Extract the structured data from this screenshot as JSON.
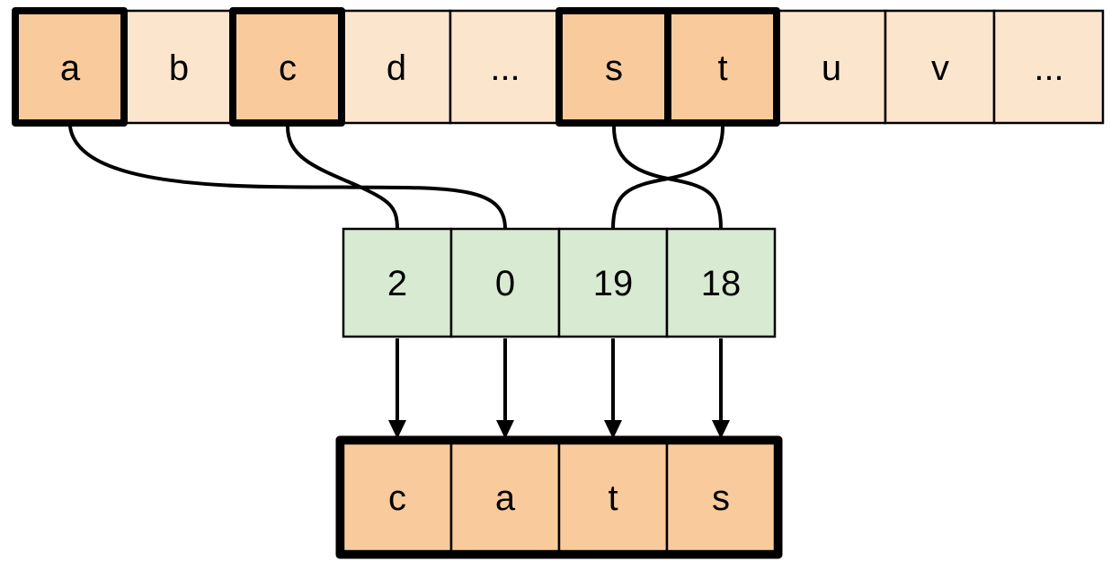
{
  "alphabet": {
    "cells": [
      {
        "label": "a",
        "highlighted": true
      },
      {
        "label": "b",
        "highlighted": false
      },
      {
        "label": "c",
        "highlighted": true
      },
      {
        "label": "d",
        "highlighted": false
      },
      {
        "label": "...",
        "highlighted": false
      },
      {
        "label": "s",
        "highlighted": true
      },
      {
        "label": "t",
        "highlighted": true
      },
      {
        "label": "u",
        "highlighted": false
      },
      {
        "label": "v",
        "highlighted": false
      },
      {
        "label": "...",
        "highlighted": false
      }
    ]
  },
  "indices": {
    "cells": [
      {
        "label": "2"
      },
      {
        "label": "0"
      },
      {
        "label": "19"
      },
      {
        "label": "18"
      }
    ]
  },
  "output": {
    "cells": [
      {
        "label": "c"
      },
      {
        "label": "a"
      },
      {
        "label": "t"
      },
      {
        "label": "s"
      }
    ]
  },
  "mappings": [
    {
      "from_letter": "c",
      "to_index": "2"
    },
    {
      "from_letter": "a",
      "to_index": "0"
    },
    {
      "from_letter": "t",
      "to_index": "19"
    },
    {
      "from_letter": "s",
      "to_index": "18"
    }
  ],
  "colors": {
    "cell-light": "#FCE5CD",
    "cell-highlight": "#F9CB9C",
    "cell-index": "#D9EAD3",
    "stroke": "#000000",
    "background": "#FFFFFF"
  }
}
